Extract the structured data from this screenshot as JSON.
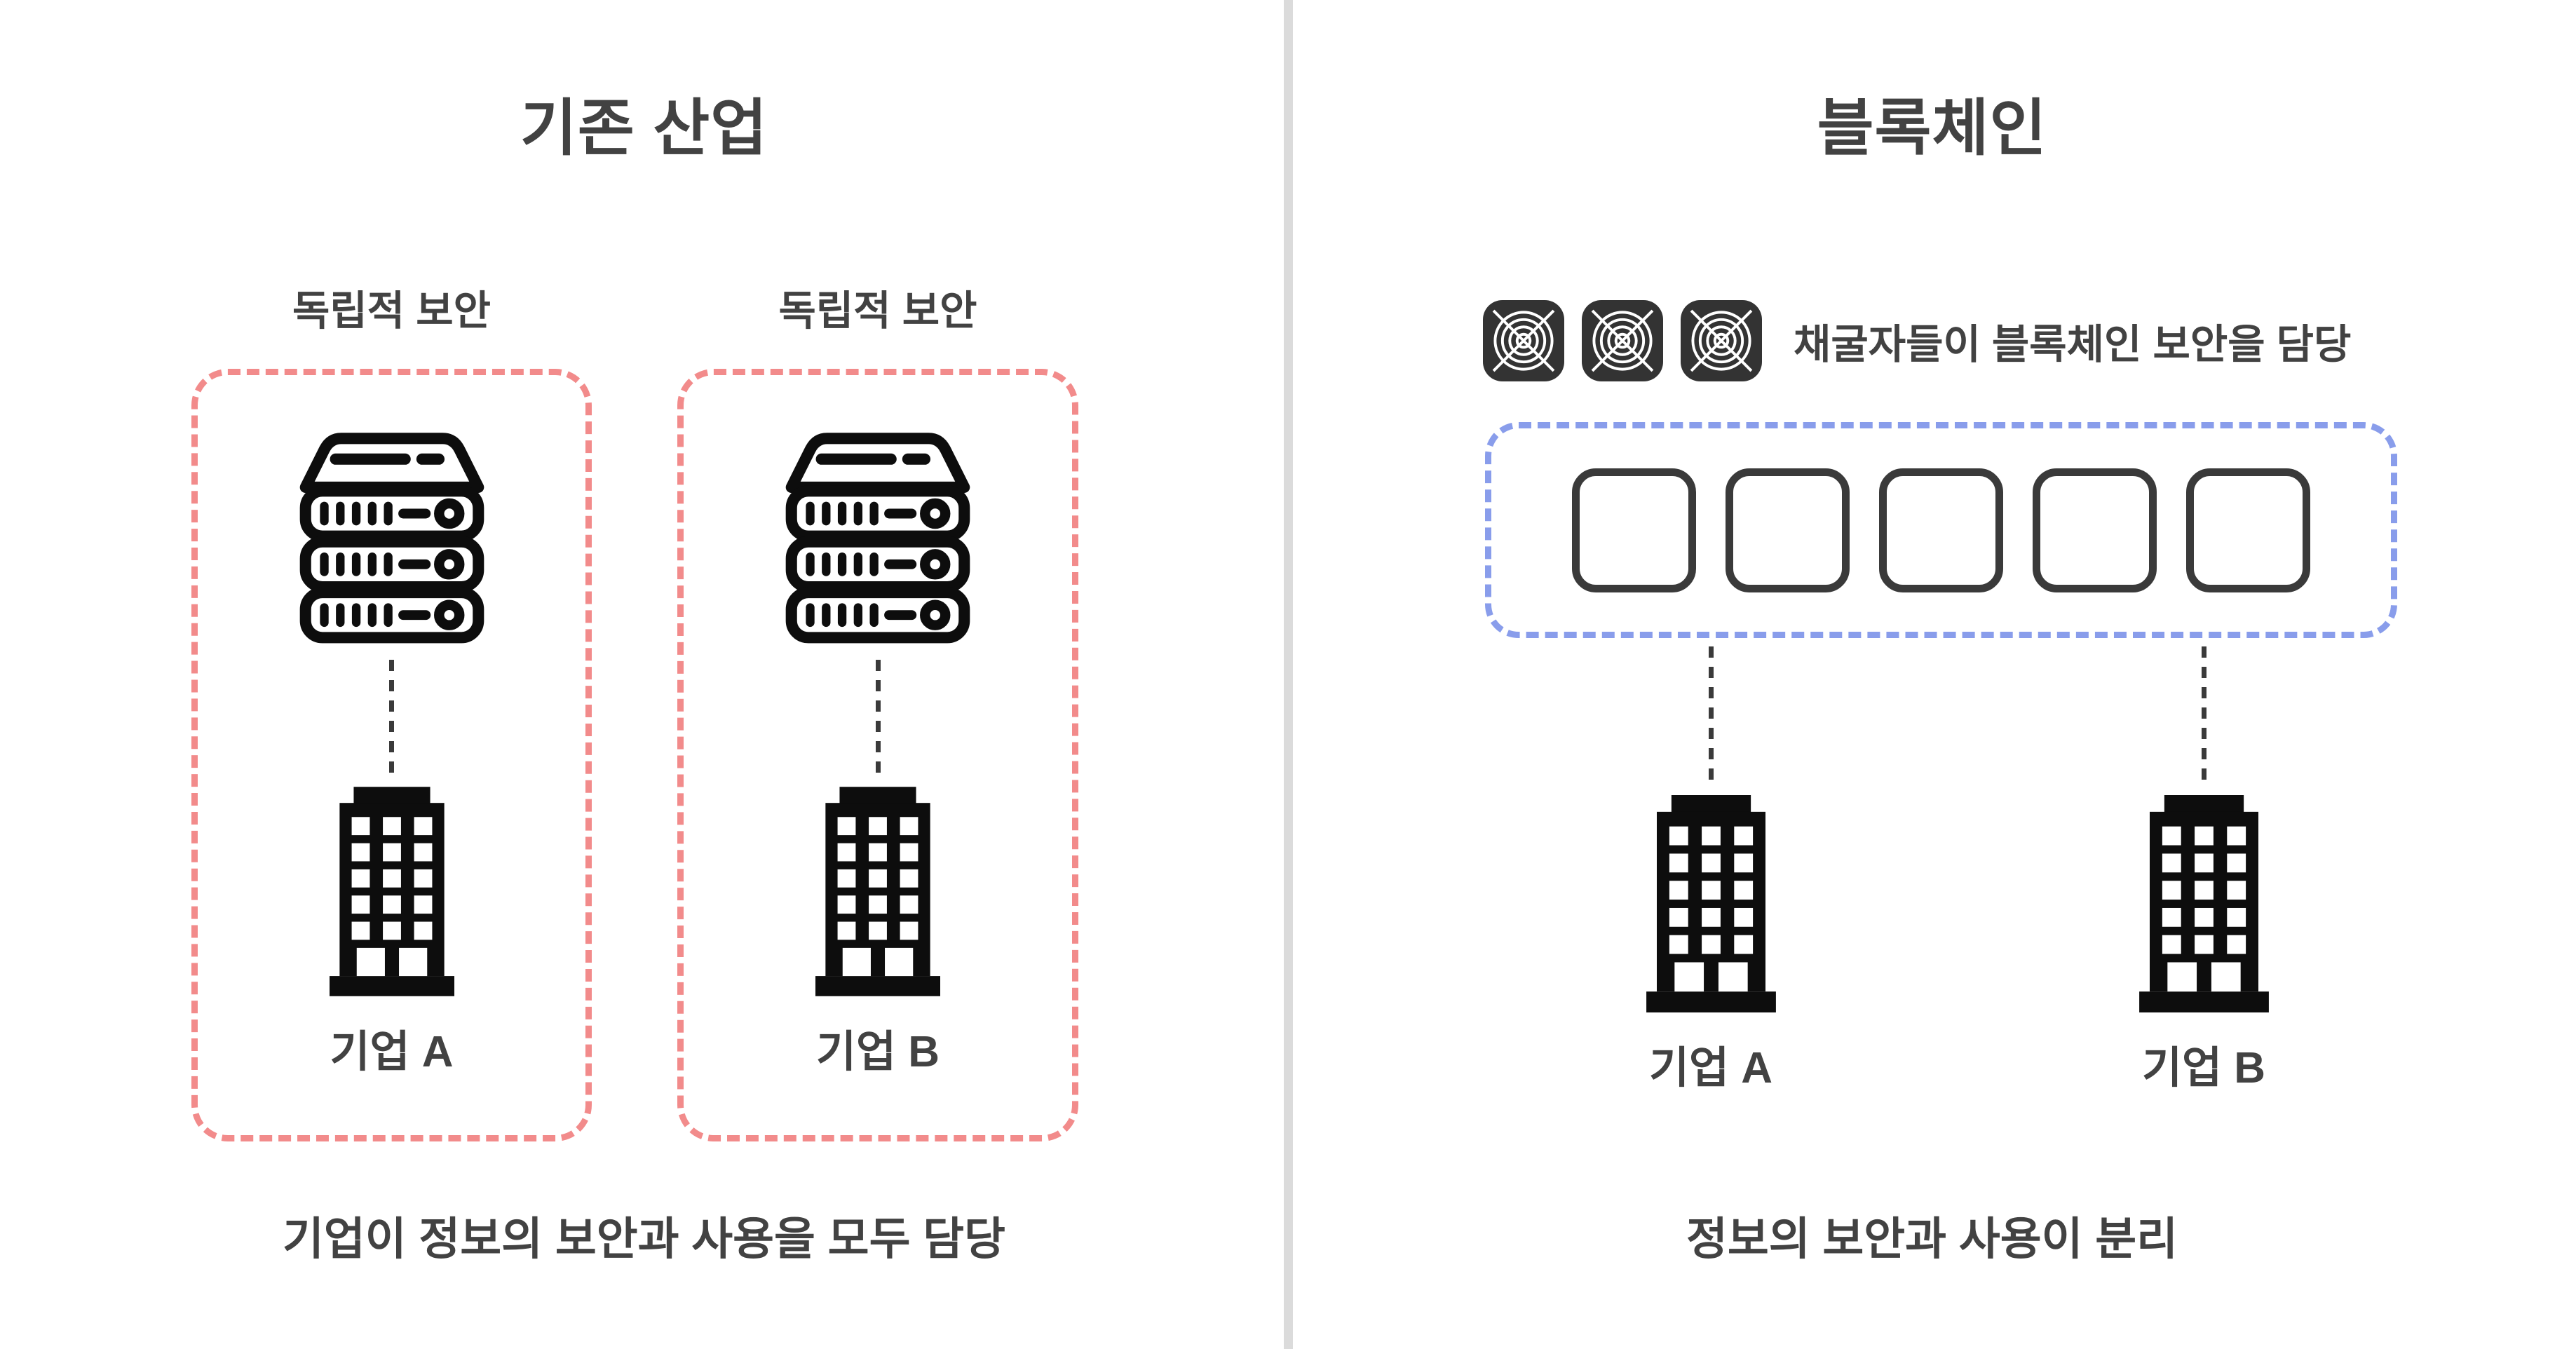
{
  "left_panel": {
    "title": "기존 산업",
    "columns": [
      {
        "security_label": "독립적 보안",
        "company_label": "기업 A"
      },
      {
        "security_label": "독립적 보안",
        "company_label": "기업 B"
      }
    ],
    "caption": "기업이 정보의 보안과 사용을 모두 담당"
  },
  "right_panel": {
    "title": "블록체인",
    "miners_caption": "채굴자들이 블록체인 보안을 담당",
    "companies": [
      {
        "label": "기업 A"
      },
      {
        "label": "기업 B"
      }
    ],
    "caption": "정보의 보안과 사용이 분리"
  },
  "icons": {
    "server": "server-rack-icon",
    "building": "office-building-icon",
    "miner": "miner-fan-icon",
    "block": "blockchain-block-icon"
  },
  "counts": {
    "miners": 3,
    "blocks": 5
  },
  "colors": {
    "background": "#FFFFFF",
    "divider": "#DBDBDB",
    "text": "#424242",
    "independent_box_border": "#F28B8B",
    "blockchain_box_border": "#899DEB",
    "icon_black": "#0D0D0D",
    "block_border": "#3A3A3A",
    "connector": "#3A3A3A",
    "miner_background": "#333333"
  }
}
